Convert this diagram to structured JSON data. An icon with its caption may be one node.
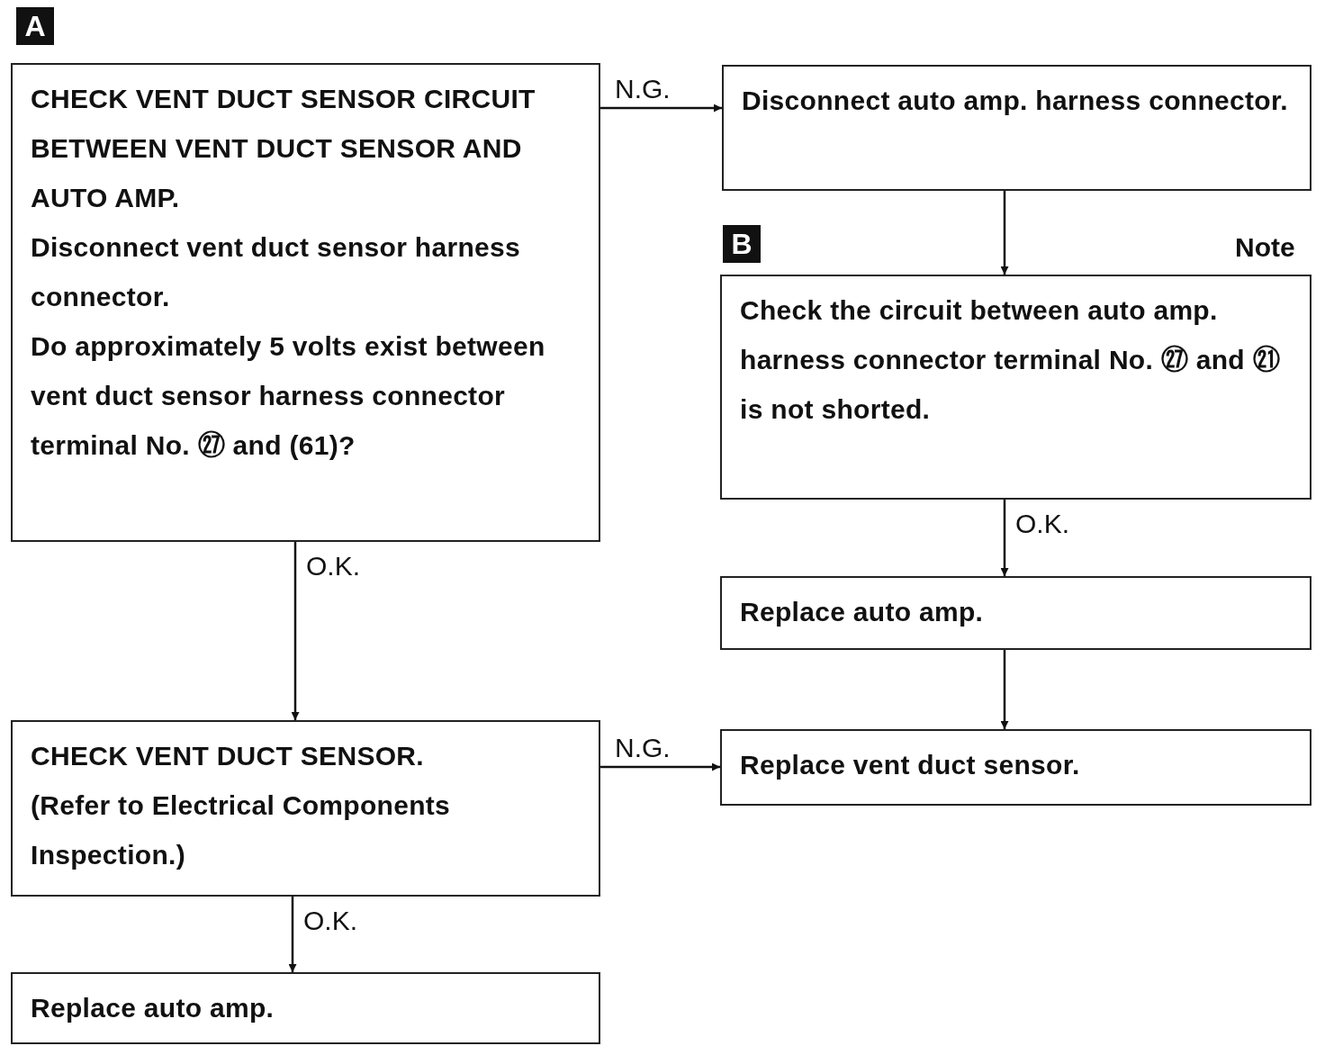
{
  "diagram": {
    "nodes": [
      {
        "text": [
          "CHECK VENT DUCT SENSOR CIRCUIT BETWEEN VENT DUCT SENSOR AND AUTO AMP.",
          "Disconnect vent duct sensor harness connector.",
          "Do approximately 5 volts exist between vent duct sensor harness connector terminal No. ㉗ and (61)?"
        ],
        "beside": [
          "A"
        ]
      },
      {
        "text": [
          "Disconnect auto amp. harness connector."
        ]
      },
      {
        "text": [
          "Check the circuit between auto amp. harness connector terminal No. ㉗ and ㉑ is not shorted."
        ],
        "beside": [
          "B",
          "Note"
        ]
      },
      {
        "text": [
          "Replace auto amp."
        ]
      },
      {
        "text": [
          "CHECK VENT DUCT SENSOR.",
          "(Refer to Electrical Components Inspection.)"
        ]
      },
      {
        "text": [
          "Replace vent duct sensor."
        ]
      },
      {
        "text": [
          "Replace auto amp."
        ]
      }
    ],
    "edges": [
      {
        "from": 0,
        "to": 1,
        "arrow": "to",
        "label": "N.G."
      },
      {
        "from": 1,
        "to": 2,
        "arrow": "to"
      },
      {
        "from": 2,
        "to": 3,
        "arrow": "to",
        "label": "O.K."
      },
      {
        "from": 3,
        "to": 5,
        "arrow": "to"
      },
      {
        "from": 0,
        "to": 4,
        "arrow": "to",
        "label": "O.K."
      },
      {
        "from": 4,
        "to": 5,
        "arrow": "to",
        "label": "N.G."
      },
      {
        "from": 4,
        "to": 6,
        "arrow": "to",
        "label": "O.K."
      }
    ]
  }
}
